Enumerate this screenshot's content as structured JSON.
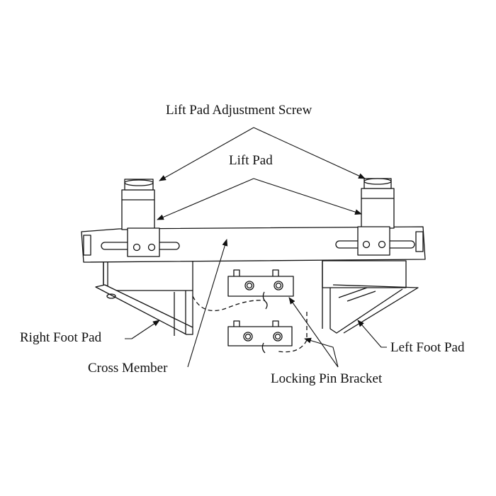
{
  "labels": {
    "lift_pad_adjustment_screw": "Lift Pad Adjustment Screw",
    "lift_pad": "Lift Pad",
    "right_foot_pad": "Right Foot Pad",
    "cross_member": "Cross Member",
    "locking_pin_bracket": "Locking Pin Bracket",
    "left_foot_pad": "Left Foot Pad"
  },
  "colors": {
    "line": "#111111",
    "background": "#ffffff"
  }
}
